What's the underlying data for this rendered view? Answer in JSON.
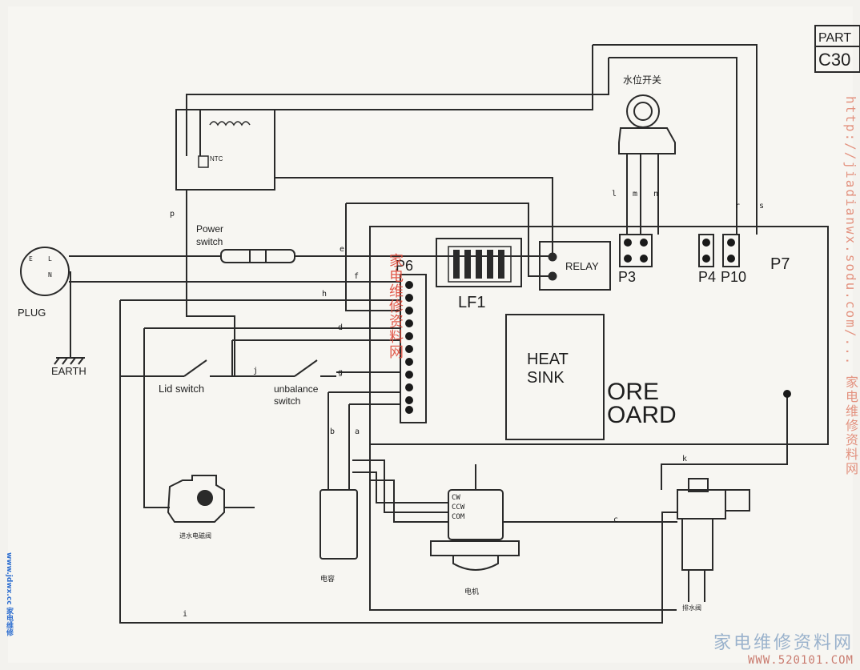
{
  "part_box": {
    "line1": "PART",
    "line2": "C30"
  },
  "labels": {
    "plug": "PLUG",
    "earth": "EARTH",
    "power_switch_1": "Power",
    "power_switch_2": "switch",
    "lid_switch": "Lid switch",
    "unbalance_1": "unbalance",
    "unbalance_2": "switch",
    "ntc": "NTC",
    "relay": "RELAY",
    "lf1": "LF1",
    "heat_sink_1": "HEAT",
    "heat_sink_2": "SINK",
    "core_1": "ORE",
    "core_2": "OARD",
    "p3": "P3",
    "p4": "P4",
    "p10": "P10",
    "p6": "P6",
    "p7": "P7",
    "water_level_switch": "水位开关",
    "inlet_valve": "进水电磁阀",
    "capacitor": "电容",
    "motor": "电机",
    "drain_valve": "排水阀",
    "cw": "CW",
    "ccw": "CCW",
    "com": "COM",
    "lmn": [
      "l",
      "m",
      "n"
    ],
    "plug_pins": [
      "E",
      "L",
      "N"
    ]
  },
  "wire_letters": [
    "a",
    "b",
    "c",
    "d",
    "e",
    "f",
    "g",
    "h",
    "i",
    "j",
    "k",
    "p",
    "r",
    "s"
  ],
  "watermarks": {
    "right_vertical": "http://jiadianwx.sodu.com/... 家电维修资料网",
    "left_vertical": "www.jdwx.cc 家电维修",
    "bottom_cn": "家电维修资料网",
    "bottom_url": "WWW.520101.COM",
    "p6_overlay": "家电维修资料网"
  }
}
